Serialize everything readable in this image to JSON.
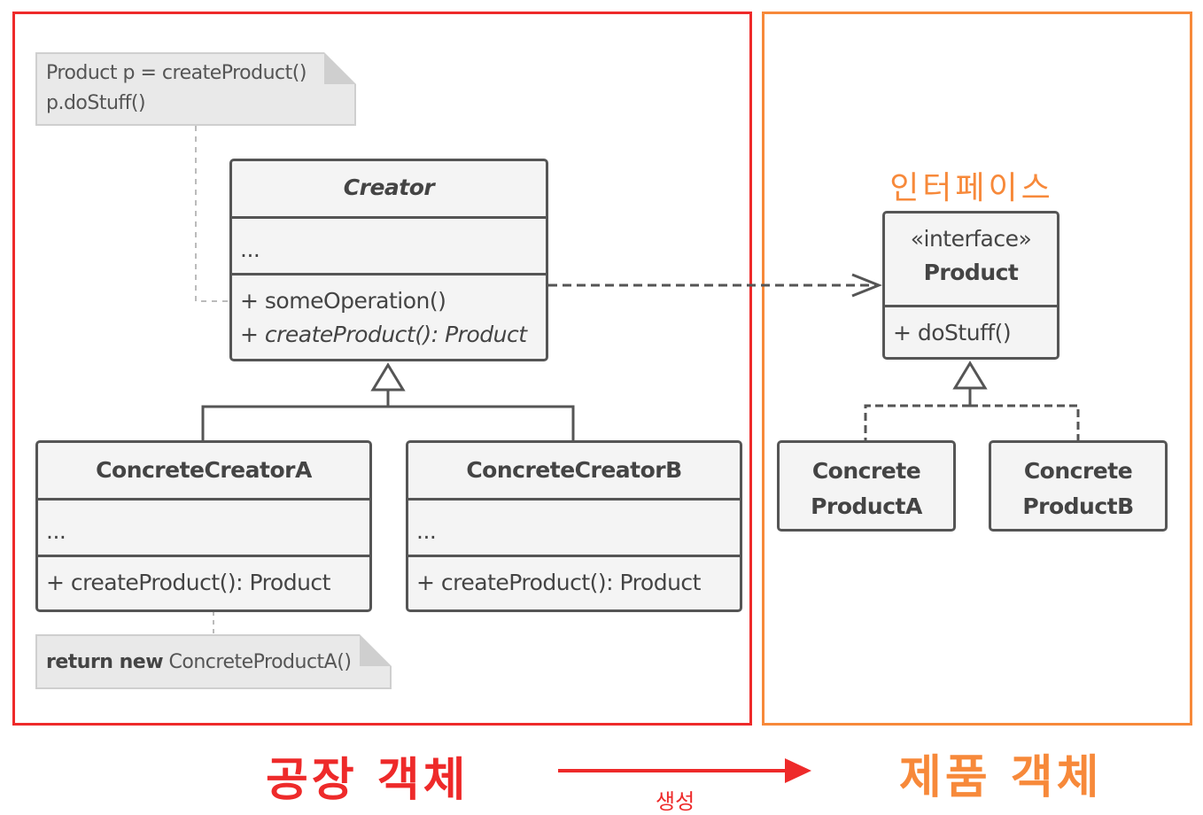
{
  "colors": {
    "factory": "#ee2a2a",
    "product": "#f7893a",
    "line": "#555555",
    "box_fill": "#f4f4f4",
    "note_fill": "#e9e9e9"
  },
  "notes": {
    "client_line1": "Product p = createProduct()",
    "client_line2": "p.doStuff()",
    "return_keyword": "return new",
    "return_class": "ConcreteProductA()"
  },
  "creator": {
    "name": "Creator",
    "fields": "...",
    "method1": "+ someOperation()",
    "method2": "+ createProduct(): Product"
  },
  "concrete_creators": [
    {
      "name": "ConcreteCreatorA",
      "fields": "...",
      "method": "+ createProduct(): Product"
    },
    {
      "name": "ConcreteCreatorB",
      "fields": "...",
      "method": "+ createProduct(): Product"
    }
  ],
  "product": {
    "stereotype": "«interface»",
    "name": "Product",
    "method": "+ doStuff()"
  },
  "concrete_products": [
    {
      "line1": "Concrete",
      "line2": "ProductA"
    },
    {
      "line1": "Concrete",
      "line2": "ProductB"
    }
  ],
  "labels": {
    "interface": "인터페이스",
    "factory_object": "공장 객체",
    "product_object": "제품 객체",
    "creates": "생성"
  }
}
